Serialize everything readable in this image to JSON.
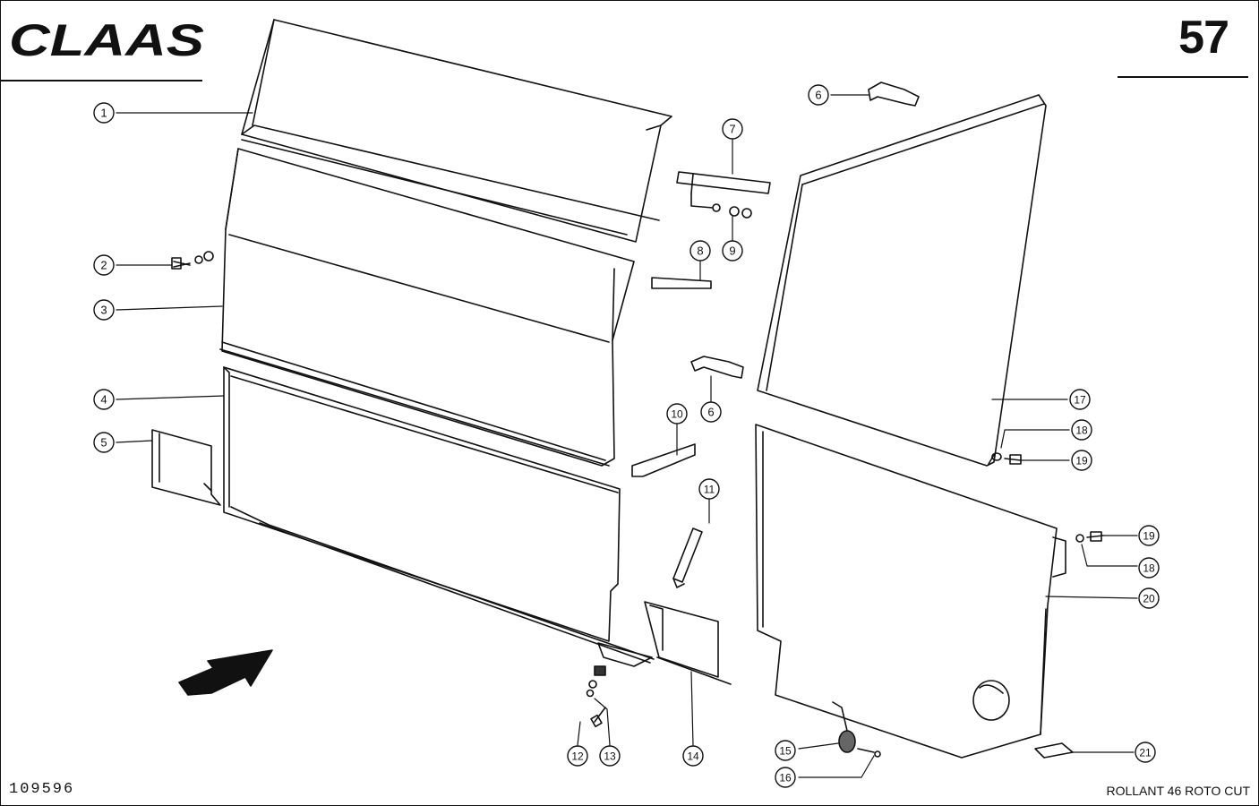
{
  "header": {
    "brand": "CLAAS",
    "page_number": "57"
  },
  "footer": {
    "drawing_number": "109596",
    "model": "ROLLANT 46 ROTO CUT"
  },
  "callouts": [
    {
      "id": "c1",
      "label": "1"
    },
    {
      "id": "c2",
      "label": "2"
    },
    {
      "id": "c3",
      "label": "3"
    },
    {
      "id": "c4",
      "label": "4"
    },
    {
      "id": "c5",
      "label": "5"
    },
    {
      "id": "c6a",
      "label": "6"
    },
    {
      "id": "c6b",
      "label": "6"
    },
    {
      "id": "c7",
      "label": "7"
    },
    {
      "id": "c8",
      "label": "8"
    },
    {
      "id": "c9",
      "label": "9"
    },
    {
      "id": "c10",
      "label": "10"
    },
    {
      "id": "c11",
      "label": "11"
    },
    {
      "id": "c12",
      "label": "12"
    },
    {
      "id": "c13",
      "label": "13"
    },
    {
      "id": "c14",
      "label": "14"
    },
    {
      "id": "c15",
      "label": "15"
    },
    {
      "id": "c16",
      "label": "16"
    },
    {
      "id": "c17",
      "label": "17"
    },
    {
      "id": "c18a",
      "label": "18"
    },
    {
      "id": "c18b",
      "label": "18"
    },
    {
      "id": "c19a",
      "label": "19"
    },
    {
      "id": "c19b",
      "label": "19"
    },
    {
      "id": "c20",
      "label": "20"
    },
    {
      "id": "c21",
      "label": "21"
    }
  ]
}
